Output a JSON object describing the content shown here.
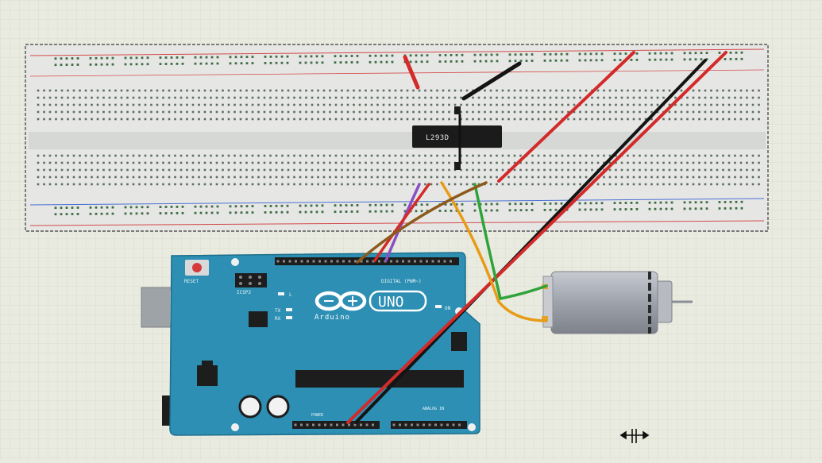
{
  "chip": {
    "label": "L293D"
  },
  "arduino": {
    "reset_label": "RESET",
    "icsp_label": "ICSP2",
    "digital_label": "DIGITAL (PWM~)",
    "tx_label": "TX",
    "rx_label": "RX",
    "l_label": "L",
    "on_label": "ON",
    "brand_label": "Arduino",
    "model_label": "UNO",
    "power_label": "POWER",
    "analog_label": "ANALOG IN"
  },
  "colors": {
    "wire_red": "#d32a2a",
    "wire_black": "#141414",
    "wire_orange": "#e79b18",
    "wire_green": "#2fa33a",
    "wire_purple": "#8a4fc4",
    "wire_brown": "#8b5a1c",
    "board_blue": "#2c8fb3",
    "breadboard": "#e6e7e5",
    "chip": "#1b1b1b",
    "motor": "#a6aab4"
  },
  "icons": [
    "resize-cursor-icon",
    "arduino-infinity-logo-icon",
    "dc-motor-icon"
  ]
}
